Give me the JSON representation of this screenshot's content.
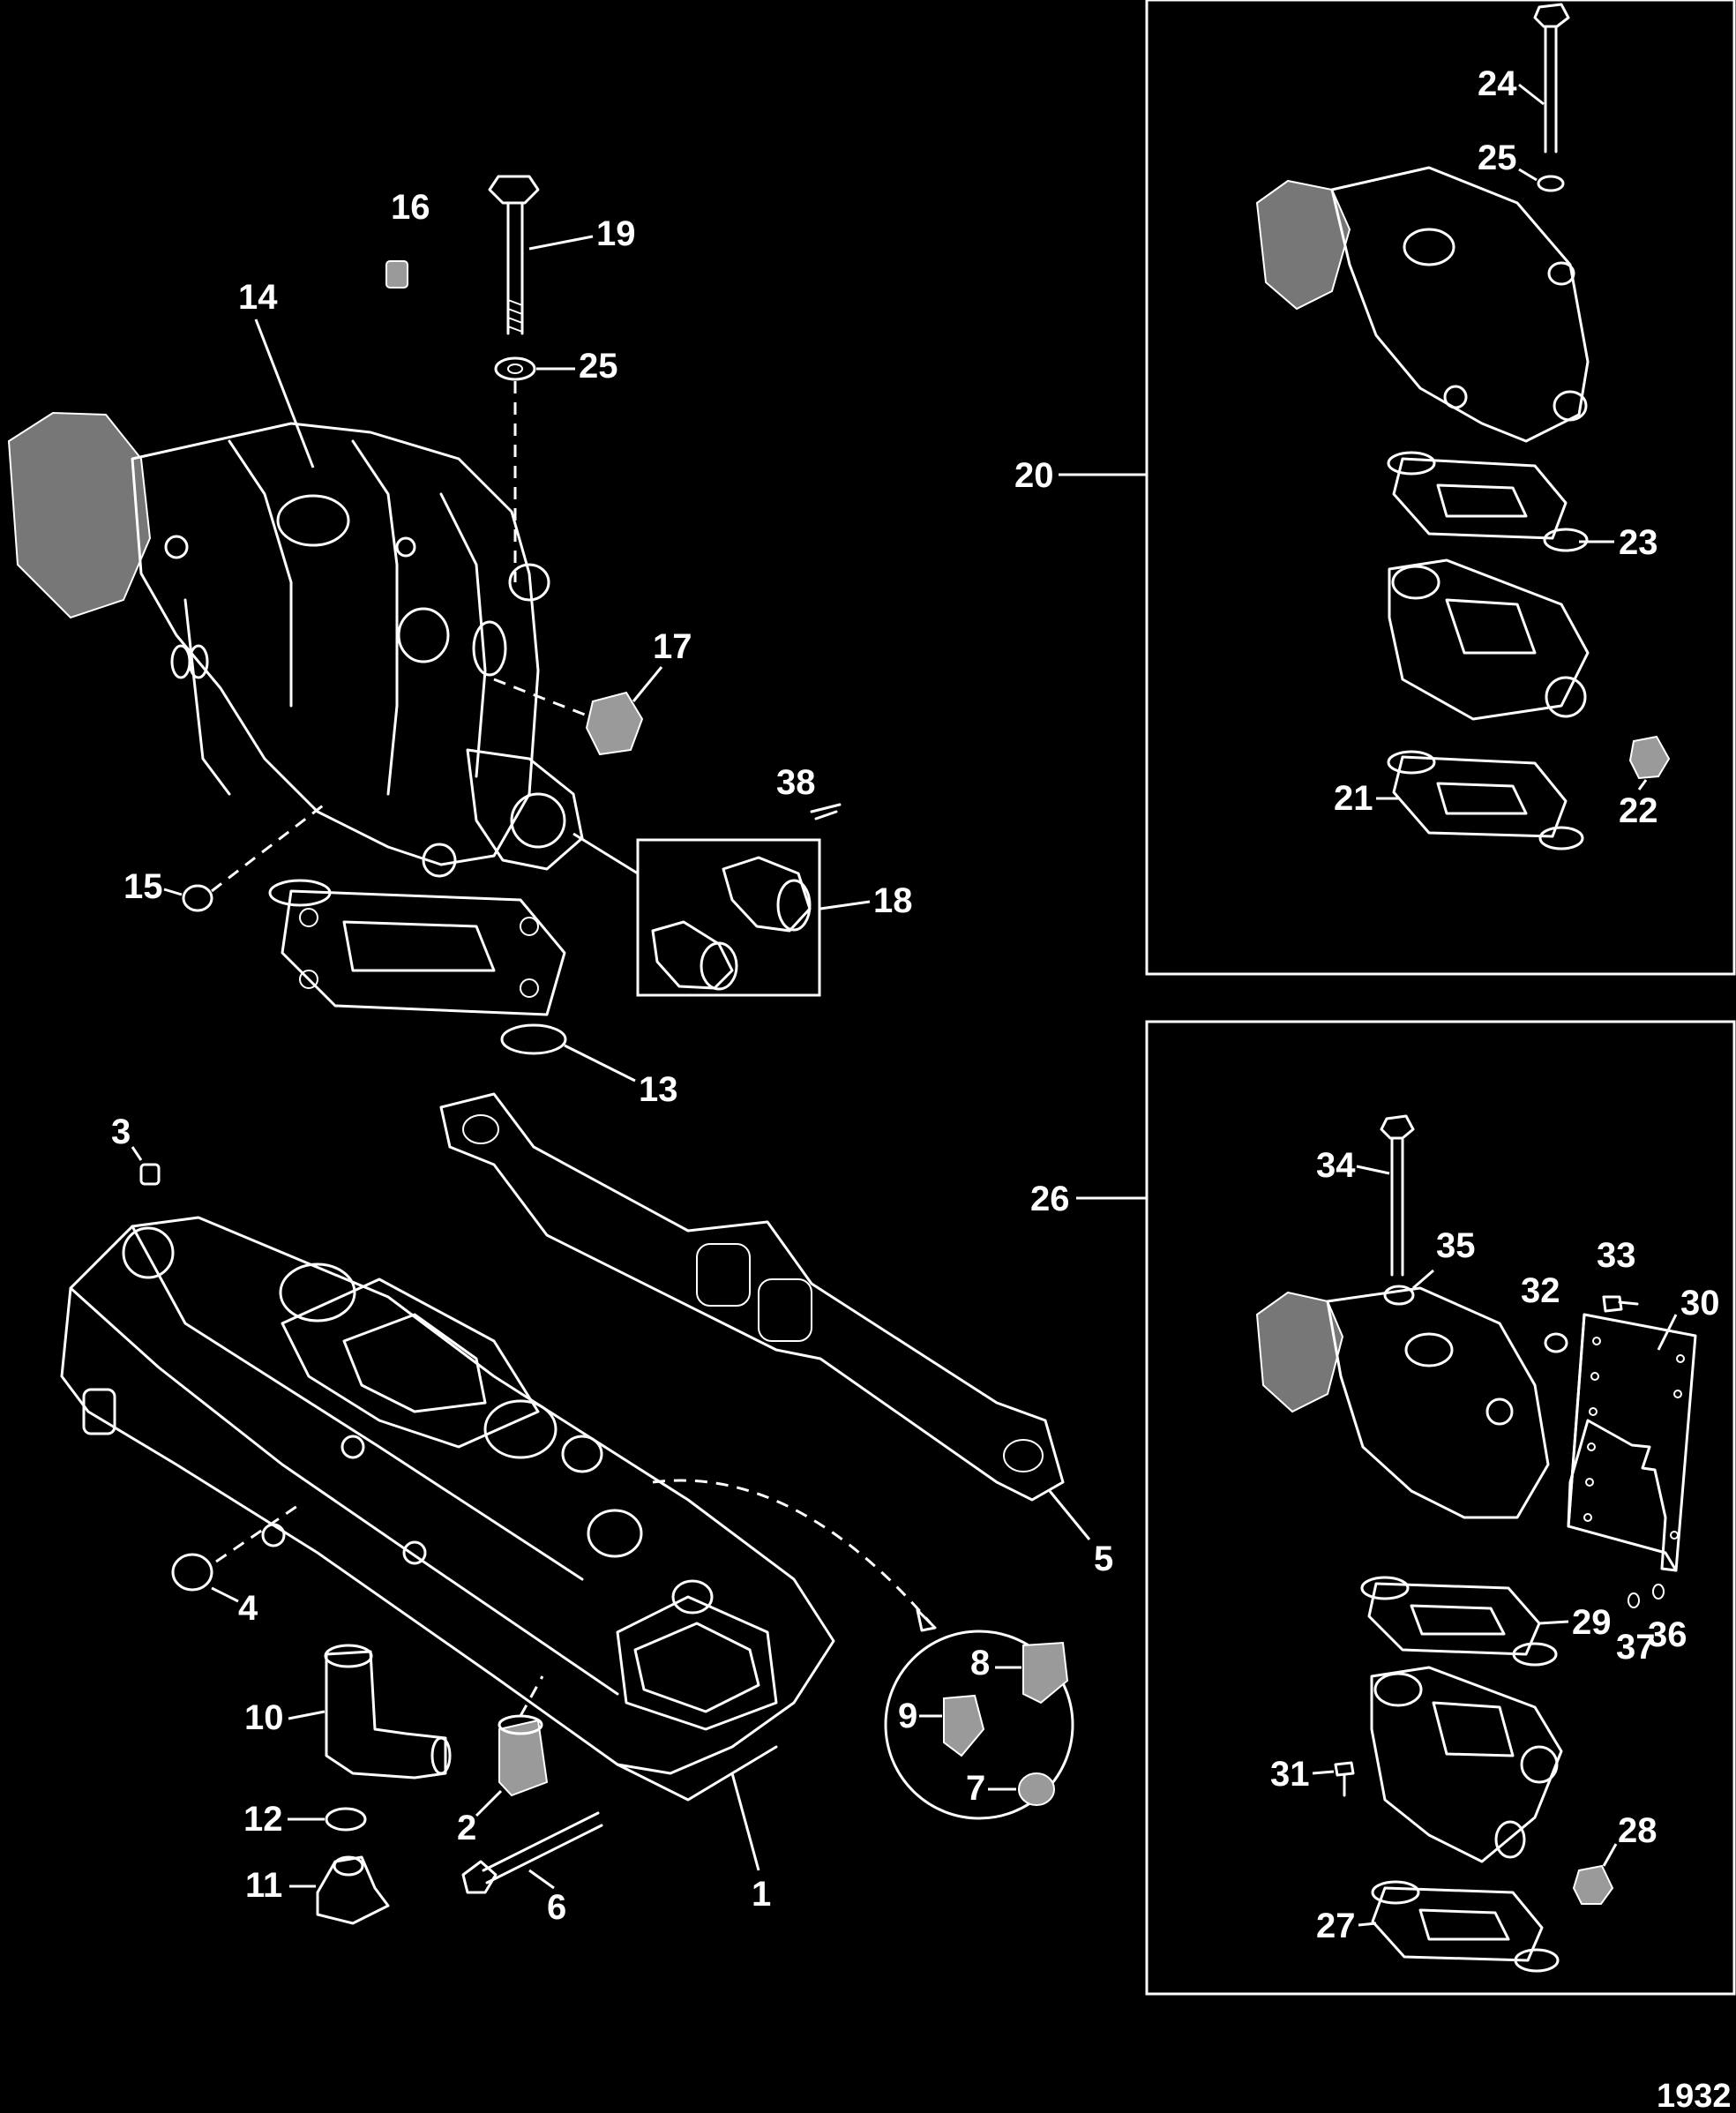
{
  "figure_number": "1932",
  "callouts": {
    "c1": "1",
    "c2": "2",
    "c3": "3",
    "c4": "4",
    "c5": "5",
    "c6": "6",
    "c7": "7",
    "c8": "8",
    "c9": "9",
    "c10": "10",
    "c11": "11",
    "c12": "12",
    "c13": "13",
    "c14": "14",
    "c15": "15",
    "c16": "16",
    "c17": "17",
    "c18": "18",
    "c19": "19",
    "c20": "20",
    "c21": "21",
    "c22": "22",
    "c23": "23",
    "c24": "24",
    "c25a": "25",
    "c25b": "25",
    "c26": "26",
    "c27": "27",
    "c28": "28",
    "c29": "29",
    "c30": "30",
    "c31": "31",
    "c32": "32",
    "c33": "33",
    "c34": "34",
    "c35": "35",
    "c36": "36",
    "c37": "37",
    "c38": "38"
  },
  "colors": {
    "background": "#000000",
    "line": "#ffffff",
    "shade": "#9a9a9a"
  }
}
